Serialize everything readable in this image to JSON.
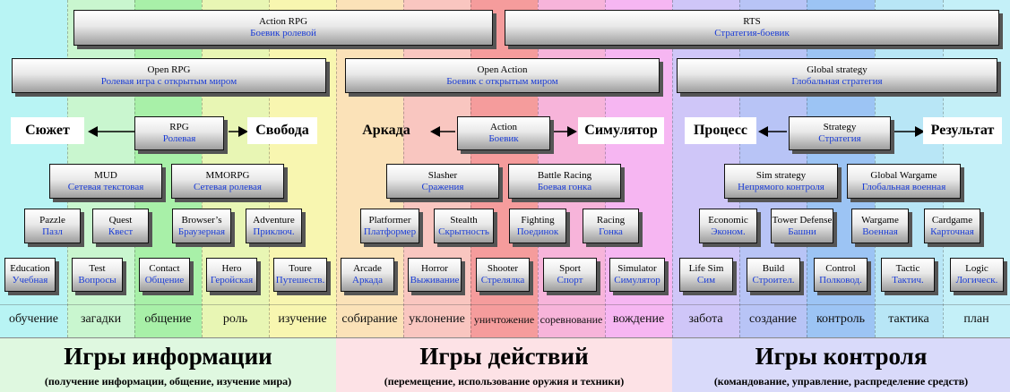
{
  "top": {
    "action_rpg": {
      "en": "Action RPG",
      "ru": "Боевик ролевой"
    },
    "rts": {
      "en": "RTS",
      "ru": "Стратегия-боевик"
    }
  },
  "second": {
    "open_rpg": {
      "en": "Open RPG",
      "ru": "Ролевая игра с открытым миром"
    },
    "open_action": {
      "en": "Open Action",
      "ru": "Боевик с открытым миром"
    },
    "global_strategy": {
      "en": "Global  strategy",
      "ru": "Глобальная стратегия"
    }
  },
  "axes": {
    "info": {
      "left": "Сюжет",
      "center_en": "RPG",
      "center_ru": "Ролевая",
      "right": "Свобода"
    },
    "action": {
      "left": "Аркада",
      "center_en": "Action",
      "center_ru": "Боевик",
      "right": "Симулятор"
    },
    "control": {
      "left": "Процесс",
      "center_en": "Strategy",
      "center_ru": "Стратегия",
      "right": "Результат"
    }
  },
  "tier3": {
    "mud": {
      "en": "MUD",
      "ru": "Сетевая текстовая"
    },
    "mmorpg": {
      "en": "MMORPG",
      "ru": "Сетевая ролевая"
    },
    "slasher": {
      "en": "Slasher",
      "ru": "Сражения"
    },
    "battle_racing": {
      "en": "Battle Racing",
      "ru": "Боевая гонка"
    },
    "sim_strategy": {
      "en": "Sim strategy",
      "ru": "Непрямого контроля"
    },
    "global_wargame": {
      "en": "Global Wargame",
      "ru": "Глобальная военная"
    }
  },
  "tier4": [
    {
      "en": "Pazzle",
      "ru": "Пазл"
    },
    {
      "en": "Quest",
      "ru": "Квест"
    },
    {
      "en": "Browser’s",
      "ru": "Браузерная"
    },
    {
      "en": "Adventure",
      "ru": "Приключ."
    },
    {
      "en": "Platformer",
      "ru": "Платформер"
    },
    {
      "en": "Stealth",
      "ru": "Скрытность"
    },
    {
      "en": "Fighting",
      "ru": "Поединок"
    },
    {
      "en": "Racing",
      "ru": "Гонка"
    },
    {
      "en": "Economic",
      "ru": "Эконом."
    },
    {
      "en": "Tower Defense",
      "ru": "Башни"
    },
    {
      "en": "Wargame",
      "ru": "Военная"
    },
    {
      "en": "Cardgame",
      "ru": "Карточная"
    }
  ],
  "tier5": [
    {
      "en": "Education",
      "ru": "Учебная"
    },
    {
      "en": "Test",
      "ru": "Вопросы"
    },
    {
      "en": "Contact",
      "ru": "Общение"
    },
    {
      "en": "Hero",
      "ru": "Геройская"
    },
    {
      "en": "Toure",
      "ru": "Путешеств."
    },
    {
      "en": "Arcade",
      "ru": "Аркада"
    },
    {
      "en": "Horror",
      "ru": "Выживание"
    },
    {
      "en": "Shooter",
      "ru": "Стрелялка"
    },
    {
      "en": "Sport",
      "ru": "Спорт"
    },
    {
      "en": "Simulator",
      "ru": "Симулятор"
    },
    {
      "en": "Life Sim",
      "ru": "Сим"
    },
    {
      "en": "Build",
      "ru": "Строител."
    },
    {
      "en": "Control",
      "ru": "Полковод."
    },
    {
      "en": "Tactic",
      "ru": "Тактич."
    },
    {
      "en": "Logic",
      "ru": "Логическ."
    }
  ],
  "verbs": [
    "обучение",
    "загадки",
    "общение",
    "роль",
    "изучение",
    "собирание",
    "уклонение",
    "уничтожение",
    "соревнование",
    "вождение",
    "забота",
    "создание",
    "контроль",
    "тактика",
    "план"
  ],
  "sections": [
    {
      "title": "Игры информации",
      "subtitle": "(получение информации, общение, изучение мира)"
    },
    {
      "title": "Игры действий",
      "subtitle": "(перемещение, использование оружия и техники)"
    },
    {
      "title": "Игры контроля",
      "subtitle": "(командование, управление, распределение средств)"
    }
  ],
  "colors": {
    "stripes": [
      "#b8f4f4",
      "#c9f6cf",
      "#a8f0a8",
      "#e8f6b4",
      "#f8f6b0",
      "#fbe2b8",
      "#f9c6c0",
      "#f59c9c",
      "#f7b4da",
      "#f6b6f2",
      "#cfc6f8",
      "#b8c4f6",
      "#9cc4f4",
      "#b8e6f6",
      "#c4f0f8"
    ],
    "bottom": [
      "#dff8e0",
      "#fde2e6",
      "#d9dafa"
    ],
    "ru_text": "#1a3cd6"
  }
}
